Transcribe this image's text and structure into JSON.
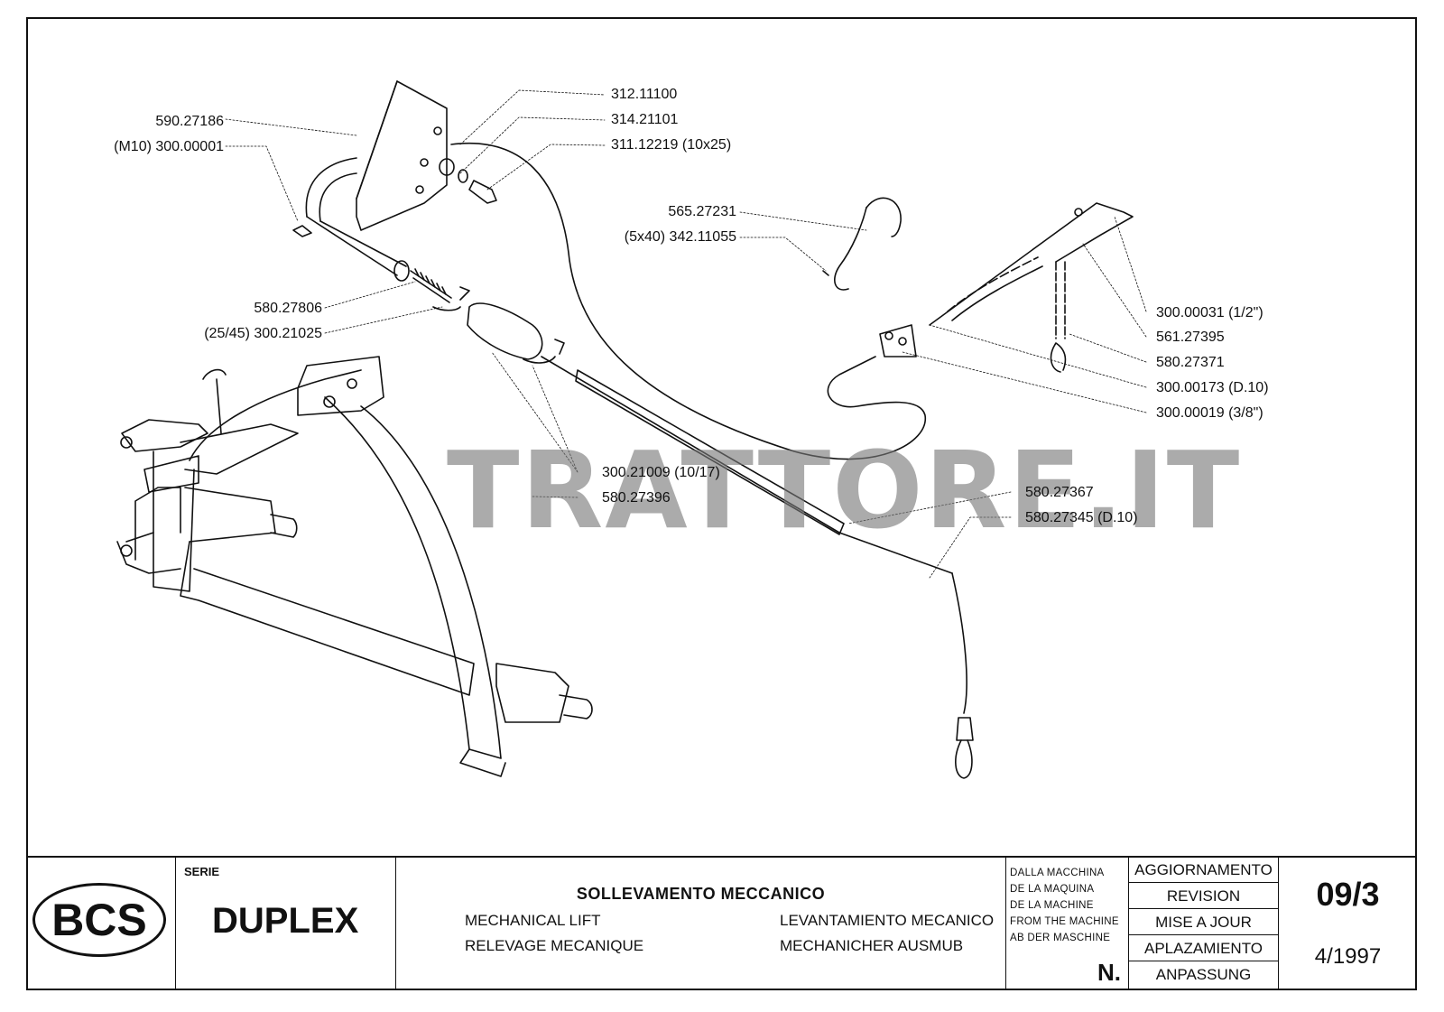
{
  "watermark": "TRATTORE.IT",
  "parts": {
    "p1": "312.11100",
    "p2": "314.21101",
    "p3": "311.12219 (10x25)",
    "p4": "590.27186",
    "p5": "(M10) 300.00001",
    "p6": "565.27231",
    "p7": "(5x40) 342.11055",
    "p8": "580.27806",
    "p9": "(25/45) 300.21025",
    "p10": "300.00031 (1/2\")",
    "p11": "561.27395",
    "p12": "580.27371",
    "p13": "300.00173 (D.10)",
    "p14": "300.00019 (3/8\")",
    "p15": "300.21009 (10/17)",
    "p16": "580.27396",
    "p17": "580.27367",
    "p18": "580.27345 (D.10)"
  },
  "title_block": {
    "brand": "BCS",
    "serie_label": "SERIE",
    "model": "DUPLEX",
    "title_it": "SOLLEVAMENTO MECCANICO",
    "title_en": "MECHANICAL LIFT",
    "title_fr": "RELEVAGE MECANIQUE",
    "title_es": "LEVANTAMIENTO MECANICO",
    "title_de": "MECHANICHER AUSMUB",
    "from_machine": [
      "DALLA MACCHINA",
      "DE LA MAQUINA",
      "DE LA MACHINE",
      "FROM THE MACHINE",
      "AB DER MASCHINE"
    ],
    "number_label": "N.",
    "revision_labels": [
      "AGGIORNAMENTO",
      "REVISION",
      "MISE A JOUR",
      "APLAZAMIENTO",
      "ANPASSUNG"
    ],
    "sheet_number": "09/3",
    "date": "4/1997"
  }
}
